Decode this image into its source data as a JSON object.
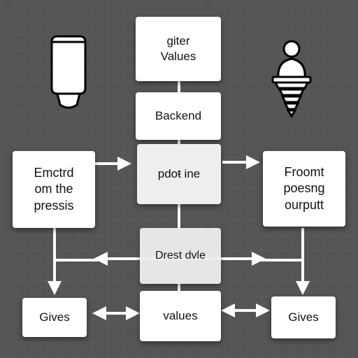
{
  "diagram": {
    "top_box": "giter\nValues",
    "backend_box": "Backend",
    "center_box": "pdoŧ ine",
    "left_box": "Emctrd\nom the\npressis",
    "right_box": "Froomt\npoesng\nourputt",
    "lower_box": "Drest dvle",
    "bottom_left_box": "Gives",
    "bottom_center_box": "values",
    "bottom_right_box": "Gives"
  },
  "icons": [
    "bottle-icon",
    "lightbulb-icon"
  ],
  "colors": {
    "background": "#555555",
    "box": "#ffffff",
    "arrow": "#ffffff"
  }
}
